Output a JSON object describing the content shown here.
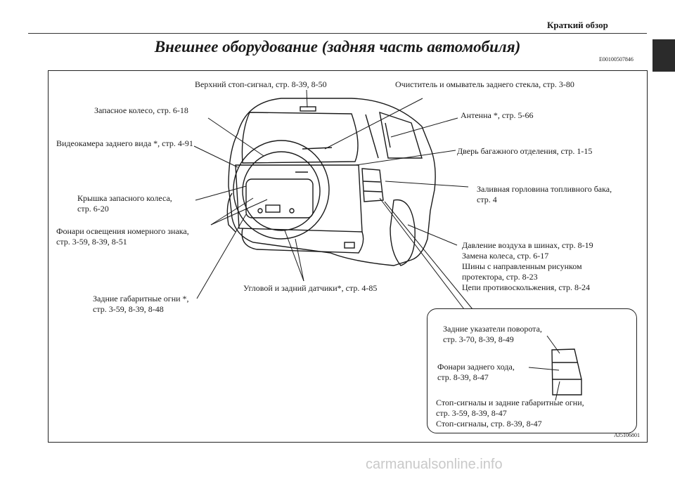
{
  "header": {
    "section": "Краткий обзор",
    "title": "Внешнее оборудование (задняя часть автомобиля)",
    "code": "E00100507846"
  },
  "labels": {
    "top_brake_light": "Верхний стоп-сигнал, стр. 8-39, 8-50",
    "rear_wiper": "Очиститель и омыватель заднего стекла, стр. 3-80",
    "spare_wheel": "Запасное колесо, стр. 6-18",
    "antenna": "Антенна *, стр. 5-66",
    "rear_camera": "Видеокамера заднего вида *, стр. 4-91",
    "tailgate": "Дверь багажного отделения, стр. 1-15",
    "spare_cover_1": "Крышка запасного колеса,",
    "spare_cover_2": "стр. 6-20",
    "fuel_filler_1": "Заливная горловина топливного бака,",
    "fuel_filler_2": "стр. 4",
    "plate_lights_1": "Фонари освещения номерного знака,",
    "plate_lights_2": "стр. 3-59, 8-39, 8-51",
    "tires_1": "Давление воздуха в шинах, стр. 8-19",
    "tires_2": "Замена колеса, стр. 6-17",
    "tires_3": "Шины с направленным рисунком",
    "tires_4": "протектора, стр. 8-23",
    "tires_5": "Цепи противоскольжения, стр. 8-24",
    "sensors": "Угловой и задний датчики*, стр. 4-85",
    "rear_side_1": "Задние габаритные огни *,",
    "rear_side_2": "стр. 3-59, 8-39, 8-48"
  },
  "inset": {
    "turn_1": "Задние указатели поворота,",
    "turn_2": "стр. 3-70, 8-39, 8-49",
    "reverse_1": "Фонари заднего хода,",
    "reverse_2": "стр. 8-39, 8-47",
    "stop_1": "Стоп-сигналы и задние габаритные огни,",
    "stop_2": "стр. 3-59, 8-39, 8-47",
    "stop_3": "Стоп-сигналы, стр. 8-39, 8-47"
  },
  "figure_code": "AJ5106801",
  "watermark": "carmanualsonline.info"
}
